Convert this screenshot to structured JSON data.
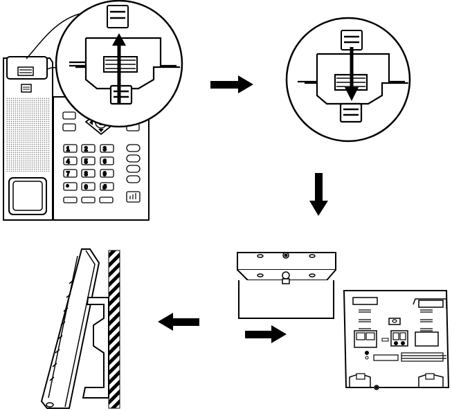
{
  "diagram": {
    "description_free": true,
    "keypad": {
      "keys": [
        "1",
        "2",
        "3",
        "4",
        "5",
        "6",
        "7",
        "8",
        "9",
        "*",
        "0",
        "#"
      ]
    },
    "steps": [
      {
        "id": "step-1",
        "panel": "phone-front-with-tab-zoom",
        "tab_direction": "up"
      },
      {
        "id": "step-2",
        "panel": "tab-reinserted-zoom",
        "tab_direction": "down"
      },
      {
        "id": "step-3",
        "panel": "wall-bracket"
      },
      {
        "id": "step-4",
        "panel": "phone-back-mounting-slots"
      },
      {
        "id": "step-5",
        "panel": "phone-side-mounted-on-wall"
      }
    ],
    "colors": {
      "line": "#000000",
      "fill": "#ffffff",
      "speaker": "#777777"
    },
    "icons": [
      "arrow-right-icon",
      "arrow-down-icon",
      "arrow-left-icon"
    ]
  }
}
